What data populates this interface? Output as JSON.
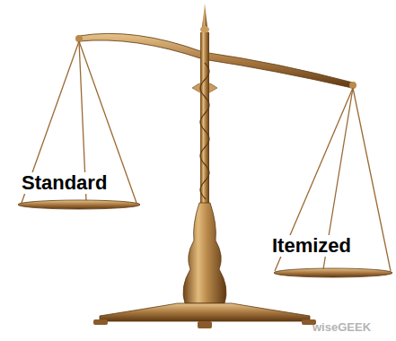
{
  "diagram": {
    "labels": [
      "Standard",
      "Itemized",
      "wiseGEEK"
    ]
  }
}
